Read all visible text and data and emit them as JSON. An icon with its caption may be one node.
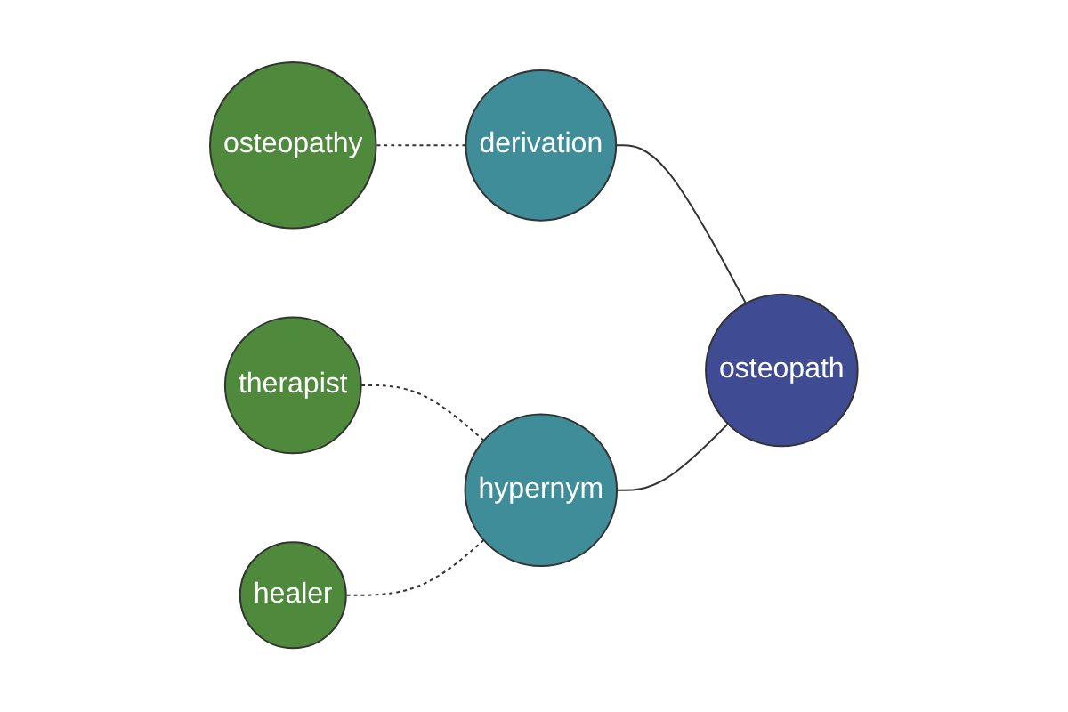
{
  "diagram": {
    "nodes": [
      {
        "text": [
          "osteopathy"
        ]
      },
      {
        "text": [
          "derivation"
        ]
      },
      {
        "text": [
          "therapist"
        ]
      },
      {
        "text": [
          "osteopath"
        ]
      },
      {
        "text": [
          "hypernym"
        ]
      },
      {
        "text": [
          "healer"
        ]
      }
    ],
    "edges": [
      {
        "from": 3,
        "to": 1,
        "arrow": "none"
      },
      {
        "from": 1,
        "to": 0,
        "arrow": "none",
        "style": "dashed"
      },
      {
        "from": 3,
        "to": 4,
        "arrow": "none"
      },
      {
        "from": 4,
        "to": 2,
        "arrow": "none",
        "style": "dashed"
      },
      {
        "from": 4,
        "to": 5,
        "arrow": "none",
        "style": "dashed"
      }
    ]
  }
}
